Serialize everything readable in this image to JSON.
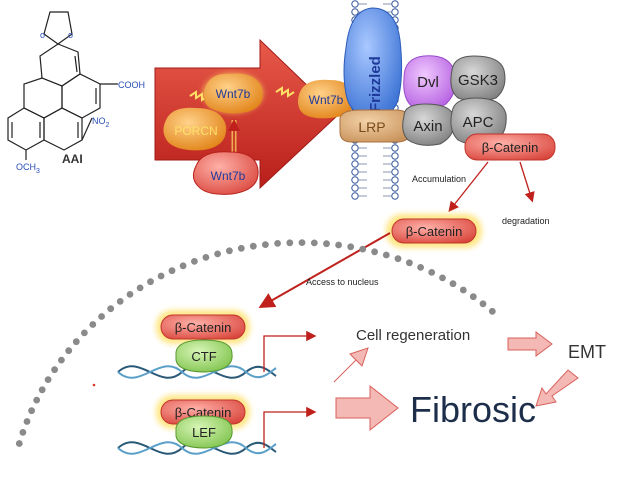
{
  "molecule": {
    "name": "AAI",
    "cooh": "COOH",
    "no2": "NO",
    "no2_sub": "2",
    "och3": "OCH",
    "och3_sub": "3",
    "ring_o1": "o",
    "ring_o2": "o"
  },
  "pathway": {
    "wnt_top": "Wnt7b",
    "porcn": "PORCN",
    "wnt_bottom": "Wnt7b",
    "wnt_ligand": "Wnt7b",
    "frizzled": "Frizzled",
    "lrp": "LRP",
    "dvl": "Dvl",
    "gsk3": "GSK3",
    "axin": "Axin",
    "apc": "APC",
    "beta_catenin_complex": "β-Catenin",
    "accumulation": "Accumulation",
    "degradation": "degradation",
    "beta_catenin_cytoplasm": "β-Catenin",
    "access_to_nucleus": "Access to nucleus"
  },
  "nucleus": {
    "beta_catenin_1": "β-Catenin",
    "ctf": "CTF",
    "beta_catenin_2": "β-Catenin",
    "lef": "LEF"
  },
  "outcomes": {
    "cell_regeneration": "Cell regeneration",
    "emt": "EMT",
    "fibrosic": "Fibrosic"
  },
  "colors": {
    "big_arrow": "#d9342b",
    "wnt_orange": "#e8901e",
    "frizzled_blue": "#5b8fe0",
    "dvl_purple": "#c77de8",
    "complex_gray": "#8a8a8a",
    "beta_catenin_red": "#f08078",
    "tf_green": "#9ad36a",
    "outcome_arrow": "#f2b0ae",
    "text_blue": "#1f3a9a",
    "fibrosic_text": "#1c2e4a"
  }
}
